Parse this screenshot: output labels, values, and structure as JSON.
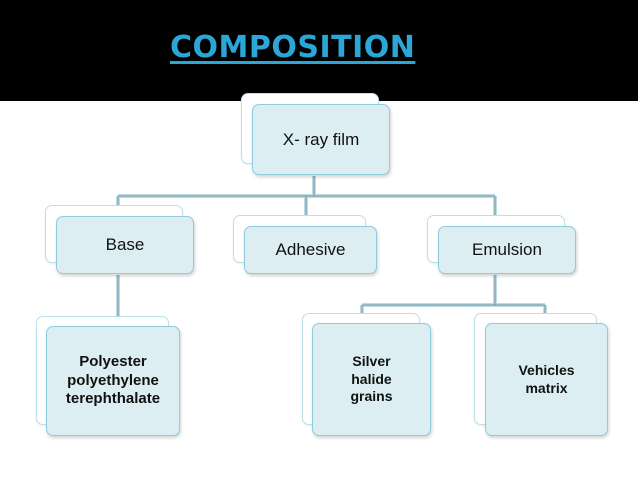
{
  "title": "COMPOSITION",
  "nodes": {
    "root": "X- ray film",
    "base": "Base",
    "adhesive": "Adhesive",
    "emulsion": "Emulsion",
    "base_child": "Polyester\npolyethylene\nterephthalate",
    "silver": "Silver\nhalide\ngrains",
    "vehicles": "Vehicles\nmatrix"
  },
  "colors": {
    "title": "#2aa7d6",
    "node_fill": "#ddeef3",
    "node_border": "#8fcbdd",
    "connector": "#b9dce6"
  }
}
